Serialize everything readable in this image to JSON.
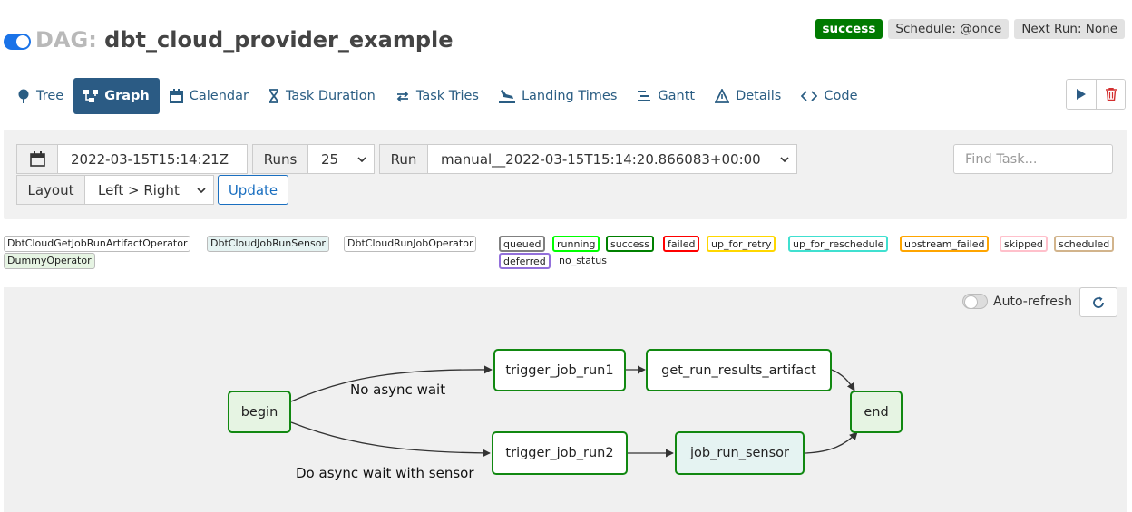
{
  "header": {
    "dag_prefix": "DAG:",
    "dag_name": "dbt_cloud_provider_example",
    "badges": {
      "state": "success",
      "schedule": "Schedule: @once",
      "next_run": "Next Run: None"
    }
  },
  "nav": {
    "tree": "Tree",
    "graph": "Graph",
    "calendar": "Calendar",
    "task_duration": "Task Duration",
    "task_tries": "Task Tries",
    "landing_times": "Landing Times",
    "gantt": "Gantt",
    "details": "Details",
    "code": "Code"
  },
  "controls": {
    "date_value": "2022-03-15T15:14:21Z",
    "runs_label": "Runs",
    "runs_value": "25",
    "run_label": "Run",
    "run_value": "manual__2022-03-15T15:14:20.866083+00:00",
    "find_placeholder": "Find Task...",
    "layout_label": "Layout",
    "layout_value": "Left > Right",
    "update_label": "Update"
  },
  "legend": {
    "operators": [
      "DbtCloudGetJobRunArtifactOperator",
      "DbtCloudJobRunSensor",
      "DbtCloudRunJobOperator",
      "DummyOperator"
    ],
    "states": [
      "queued",
      "running",
      "success",
      "failed",
      "up_for_retry",
      "up_for_reschedule",
      "upstream_failed",
      "skipped",
      "scheduled",
      "deferred",
      "no_status"
    ]
  },
  "graph": {
    "auto_refresh_label": "Auto-refresh",
    "nodes": {
      "begin": "begin",
      "trigger_job_run1": "trigger_job_run1",
      "get_run_results_artifact": "get_run_results_artifact",
      "end": "end",
      "trigger_job_run2": "trigger_job_run2",
      "job_run_sensor": "job_run_sensor"
    },
    "edge_labels": {
      "no_async": "No async wait",
      "async_sensor": "Do async wait with sensor"
    }
  },
  "colors": {
    "accent": "#2b5b84",
    "success": "#007a00",
    "node_border": "#118811",
    "queued": "#808080",
    "running": "#00ff00",
    "success_state": "#008000",
    "failed": "#ff0000",
    "up_for_retry": "#ffd700",
    "up_for_reschedule": "#40e0d0",
    "upstream_failed": "#ffa500",
    "skipped": "#ffc0cb",
    "scheduled": "#d2b48c",
    "deferred": "#9370db"
  },
  "icons": {
    "tree": "tree-icon",
    "graph": "graph-icon",
    "calendar": "calendar-icon",
    "duration": "hourglass-icon",
    "tries": "retry-icon",
    "landing": "plane-landing-icon",
    "gantt": "gantt-icon",
    "details": "warning-triangle-icon",
    "code": "code-icon",
    "trigger": "play-icon",
    "delete": "trash-icon",
    "refresh": "refresh-icon"
  }
}
